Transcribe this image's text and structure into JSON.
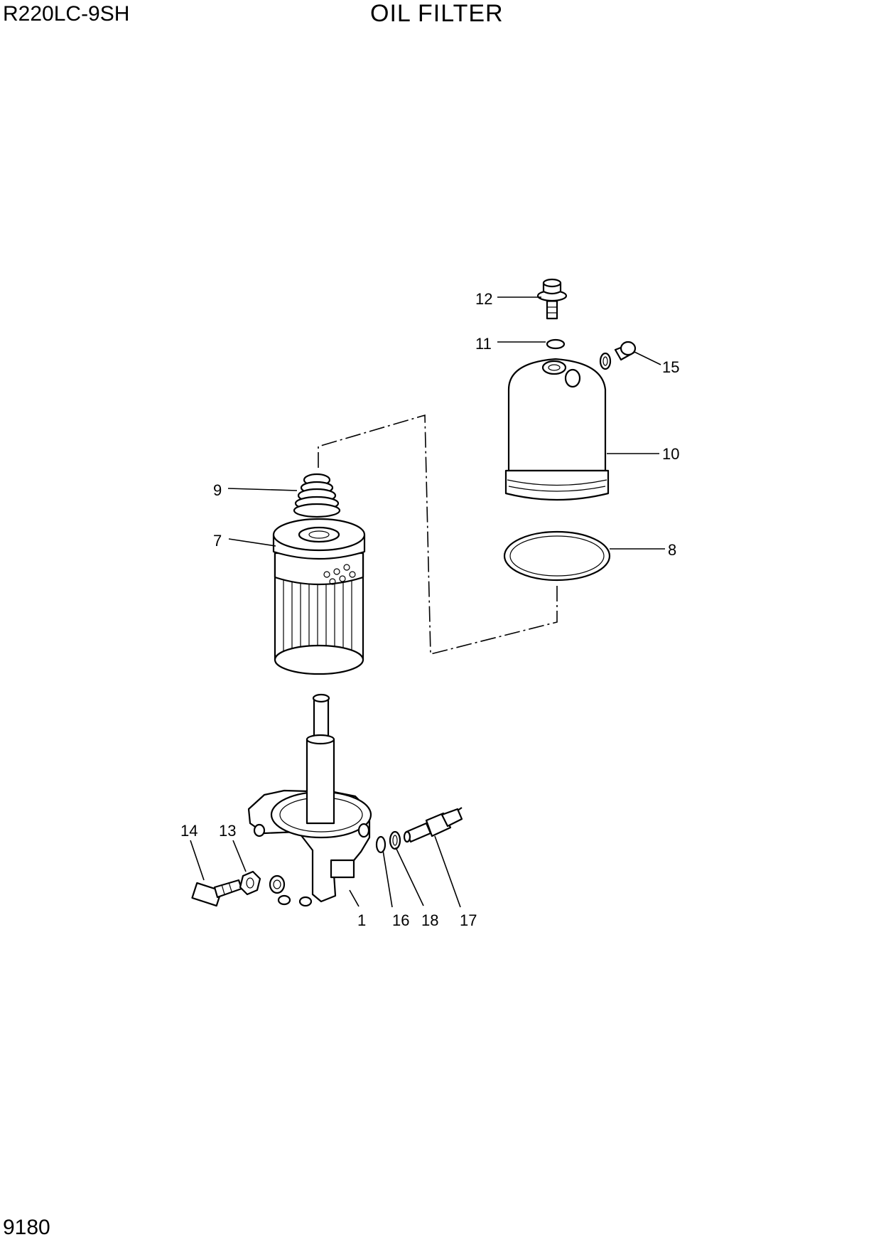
{
  "header": {
    "model": "R220LC-9SH",
    "title": "OIL FILTER"
  },
  "footer": {
    "page_number": "9180"
  },
  "callouts": {
    "c1": "1",
    "c7": "7",
    "c8": "8",
    "c9": "9",
    "c10": "10",
    "c11": "11",
    "c12": "12",
    "c13": "13",
    "c14": "14",
    "c15": "15",
    "c16": "16",
    "c17": "17",
    "c18": "18"
  }
}
